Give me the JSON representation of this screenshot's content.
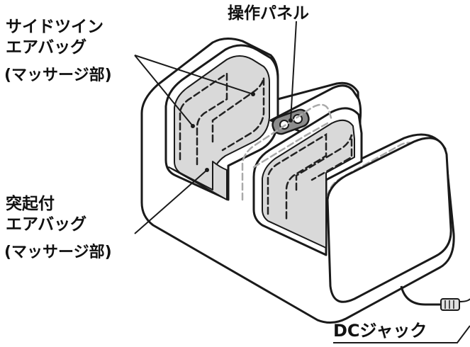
{
  "labels": {
    "side_airbag": {
      "line1": "サイドツイン",
      "line2": "エアバッグ",
      "line3": "(マッサージ部)"
    },
    "bump_airbag": {
      "line1": "突起付",
      "line2": "エアバッグ",
      "line3": "(マッサージ部)"
    },
    "operation_panel": "操作パネル",
    "dc_jack": "DCジャック"
  },
  "colors": {
    "outline": "#1a1a1a",
    "body_fill": "#ffffff",
    "pocket_fill": "#d9d9d9",
    "dashed_dark": "#222222",
    "dashed_light": "#aaaaaa",
    "panel_fill": "#8c8c8c"
  }
}
